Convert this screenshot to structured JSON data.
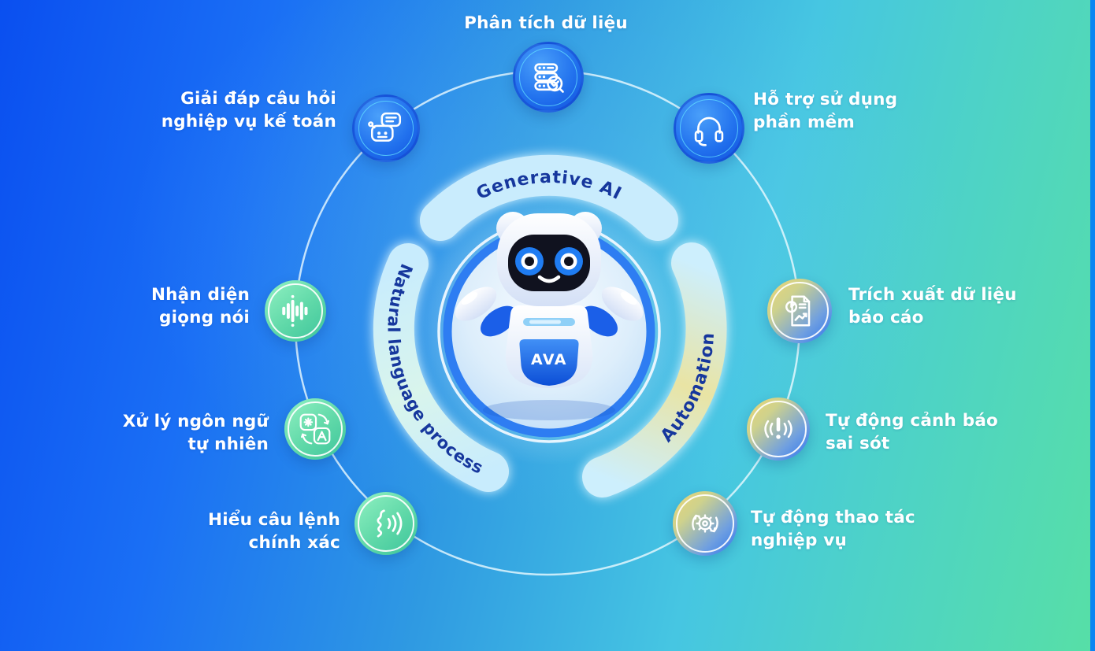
{
  "background": {
    "gradient": [
      "#0a4ff0",
      "#1a6ff5",
      "#2f9ae2",
      "#46c6e2",
      "#4dd2c8",
      "#57dfa6"
    ],
    "right_edge_strip_color": "#0a86f2"
  },
  "mascot": {
    "name": "AVA"
  },
  "arc_labels": {
    "top": "Generative AI",
    "left": "Natural language process",
    "right": "Automation"
  },
  "theme_colors": {
    "blue_icon": [
      "#4aa0fa",
      "#0f4fdd"
    ],
    "green_icon": [
      "#93f2c3",
      "#3cc49b"
    ],
    "yellow_blue_icon": [
      "#ecd574",
      "#2b72ee"
    ],
    "arc_band_blue": "#c9ecfd",
    "arc_band_mint": "#d9f5ec",
    "arc_band_yellow": "#e9e4a4",
    "arc_text": "#16379d",
    "label_text": "#ffffff",
    "center_ring": "#2e7df2"
  },
  "features": [
    {
      "id": "data-analysis",
      "icon": "database-search-icon",
      "theme": "blue",
      "lines": [
        "Phân tích dữ liệu"
      ]
    },
    {
      "id": "accounting-qa",
      "icon": "chatbot-icon",
      "theme": "blue",
      "lines": [
        "Giải đáp câu hỏi",
        "nghiệp vụ kế toán"
      ]
    },
    {
      "id": "software-support",
      "icon": "headset-icon",
      "theme": "blue",
      "lines": [
        "Hỗ trợ sử dụng",
        "phần mềm"
      ]
    },
    {
      "id": "voice-recognition",
      "icon": "soundwave-icon",
      "theme": "green",
      "lines": [
        "Nhận diện",
        "giọng nói"
      ]
    },
    {
      "id": "report-extraction",
      "icon": "report-chart-icon",
      "theme": "yellow-blue",
      "lines": [
        "Trích xuất dữ liệu",
        "báo cáo"
      ]
    },
    {
      "id": "nlp",
      "icon": "translate-icon",
      "theme": "green",
      "lines": [
        "Xử lý ngôn ngữ",
        "tự nhiên"
      ]
    },
    {
      "id": "error-alert",
      "icon": "alert-wave-icon",
      "theme": "yellow-blue",
      "lines": [
        "Tự động cảnh báo",
        "sai sót"
      ]
    },
    {
      "id": "command-understanding",
      "icon": "speaking-voice-icon",
      "theme": "green",
      "lines": [
        "Hiểu câu lệnh",
        "chính xác"
      ]
    },
    {
      "id": "auto-operations",
      "icon": "gear-cycle-icon",
      "theme": "yellow-blue",
      "lines": [
        "Tự động thao tác",
        "nghiệp vụ"
      ]
    }
  ]
}
